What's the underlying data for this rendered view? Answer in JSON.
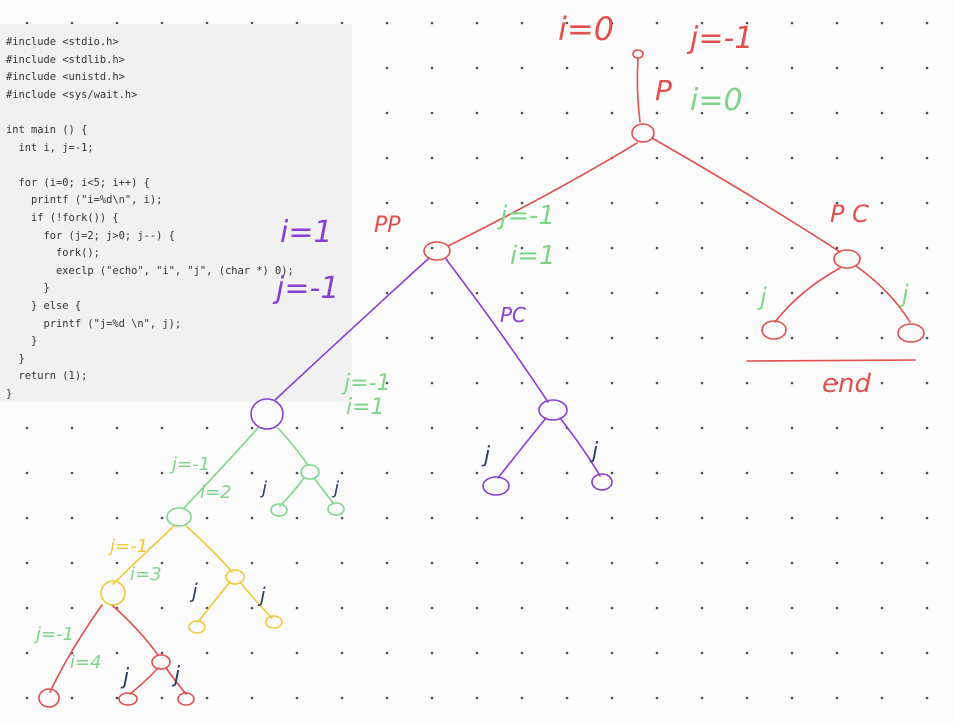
{
  "code": {
    "lines": [
      "#include <stdio.h>",
      "#include <stdlib.h>",
      "#include <unistd.h>",
      "#include <sys/wait.h>",
      "",
      "int main () {",
      "  int i, j=-1;",
      "",
      "  for (i=0; i<5; i++) {",
      "    printf (\"i=%d\\n\", i);",
      "    if (!fork()) {",
      "      for (j=2; j>0; j--) {",
      "        fork();",
      "        execlp (\"echo\", \"i\", \"j\", (char *) 0);",
      "      }",
      "    } else {",
      "      printf (\"j=%d \\n\", j);",
      "    }",
      "  }",
      "  return (1);",
      "}"
    ]
  },
  "annotations": {
    "top_i": "i=0",
    "top_j": "j=-1",
    "root_p": "P",
    "root_i": "i=0",
    "left_i": "i=1",
    "left_j": "j=-1",
    "pp": "PP",
    "mid_j": "j=-1",
    "mid_i": "i=1",
    "pc": "PC",
    "right_pc": "P C",
    "right_j1": "j",
    "right_j2": "j",
    "end": "end",
    "purple_j": "j=-1",
    "purple_i": "i=1",
    "green_j": "j=-1",
    "green_i": "i=2",
    "green_leaf_j1": "j",
    "green_leaf_j2": "j",
    "yellow_j": "j=-1",
    "yellow_i": "i=3",
    "yellow_leaf_j1": "j",
    "yellow_leaf_j2": "j",
    "red_j": "j=-1",
    "red_i": "i=4",
    "pc_leaf_j1": "j",
    "pc_leaf_j2": "j"
  },
  "colors": {
    "red": "#e0504d",
    "purple": "#8a3fd0",
    "green": "#7fd68a",
    "yellow": "#f0c93a",
    "navy": "#2f3f66",
    "dot": "#4d4d4d"
  }
}
